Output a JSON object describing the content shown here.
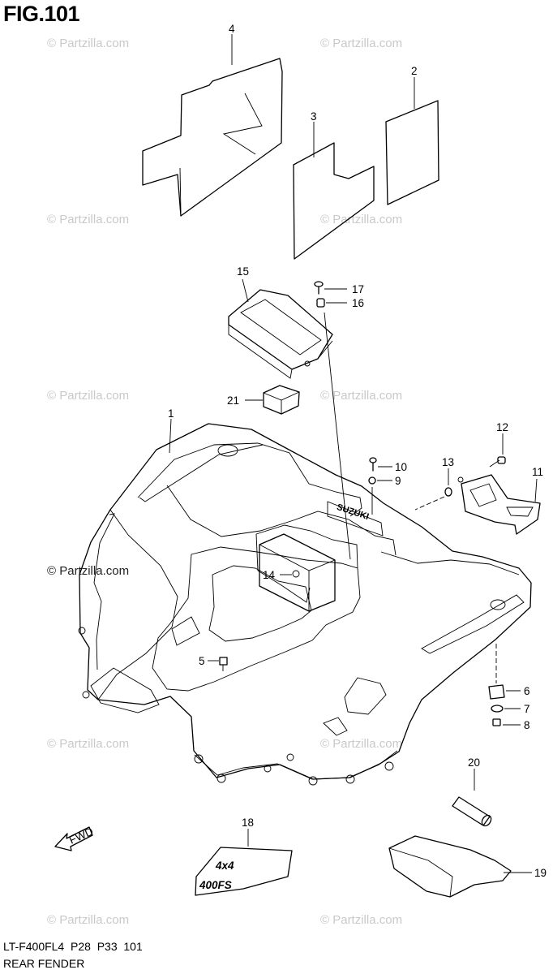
{
  "figure": {
    "title": "FIG.101",
    "footer_code": "LT-F400FL4  P28  P33  101",
    "footer_name": "REAR FENDER"
  },
  "watermark": {
    "light": "© Partzilla.com",
    "dark": "© Partzilla.com"
  },
  "callouts": [
    "1",
    "2",
    "3",
    "4",
    "5",
    "6",
    "7",
    "8",
    "9",
    "10",
    "11",
    "12",
    "13",
    "14",
    "15",
    "16",
    "17",
    "18",
    "19",
    "20",
    "21"
  ],
  "labels": {
    "fwd_arrow": "FWD",
    "decal_18_line1": "4x4",
    "decal_18_line2": "400FS",
    "fender_logo": "SUZUKI"
  }
}
